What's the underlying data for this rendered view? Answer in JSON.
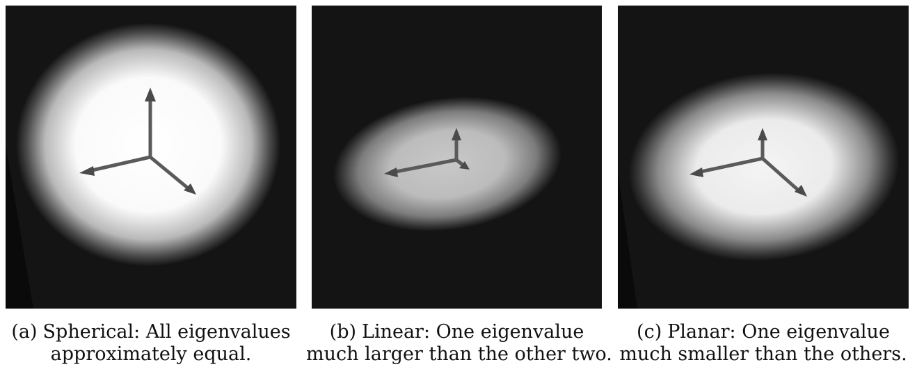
{
  "figure": {
    "panels": [
      {
        "label": "(a)",
        "caption_line1": "Spherical: All eigenvalues",
        "caption_line2": "approximately equal."
      },
      {
        "label": "(b)",
        "caption_line1": "Linear: One eigenvalue",
        "caption_line2": "much larger than the other two."
      },
      {
        "label": "(c)",
        "caption_line1": "Planar: One eigenvalue",
        "caption_line2": "much smaller than the others."
      }
    ]
  },
  "colors": {
    "background": "#141414",
    "glow": "#ffffff",
    "arrow": "#5a5a5a"
  }
}
